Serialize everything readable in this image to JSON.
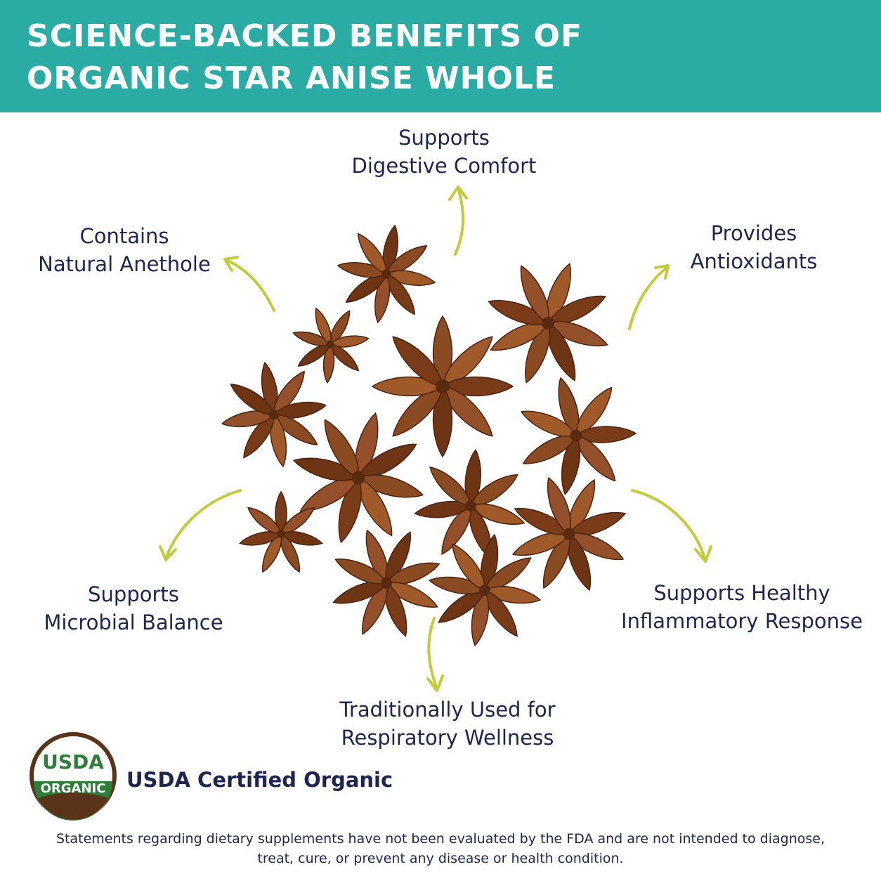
{
  "header": {
    "title": "SCIENCE-BACKED BENEFITS OF\nORGANIC STAR ANISE WHOLE",
    "background": "#2aaba3"
  },
  "benefits": {
    "digestive": "Supports\nDigestive Comfort",
    "anethole": "Contains\nNatural Anethole",
    "antioxidants": "Provides\nAntioxidants",
    "microbial": "Supports\nMicrobial Balance",
    "inflammatory": "Supports Healthy\nInflammatory Response",
    "respiratory": "Traditionally Used for\nRespiratory Wellness"
  },
  "certification": {
    "seal_top": "USDA",
    "seal_bottom": "ORGANIC",
    "label": "USDA Certified Organic"
  },
  "disclaimer": "Statements regarding dietary supplements have not been evaluated by the FDA and are not intended to diagnose,\ntreat, cure, or prevent any disease or health condition.",
  "colors": {
    "text": "#1d2550",
    "arrow": "#c2cc3a",
    "anise": "#8a4a22",
    "seal_green": "#2e7d3a",
    "seal_brown": "#5a3418"
  },
  "icons": {
    "arrow": "curved-arrow-icon",
    "product": "star-anise-image",
    "seal": "usda-organic-seal-icon"
  }
}
